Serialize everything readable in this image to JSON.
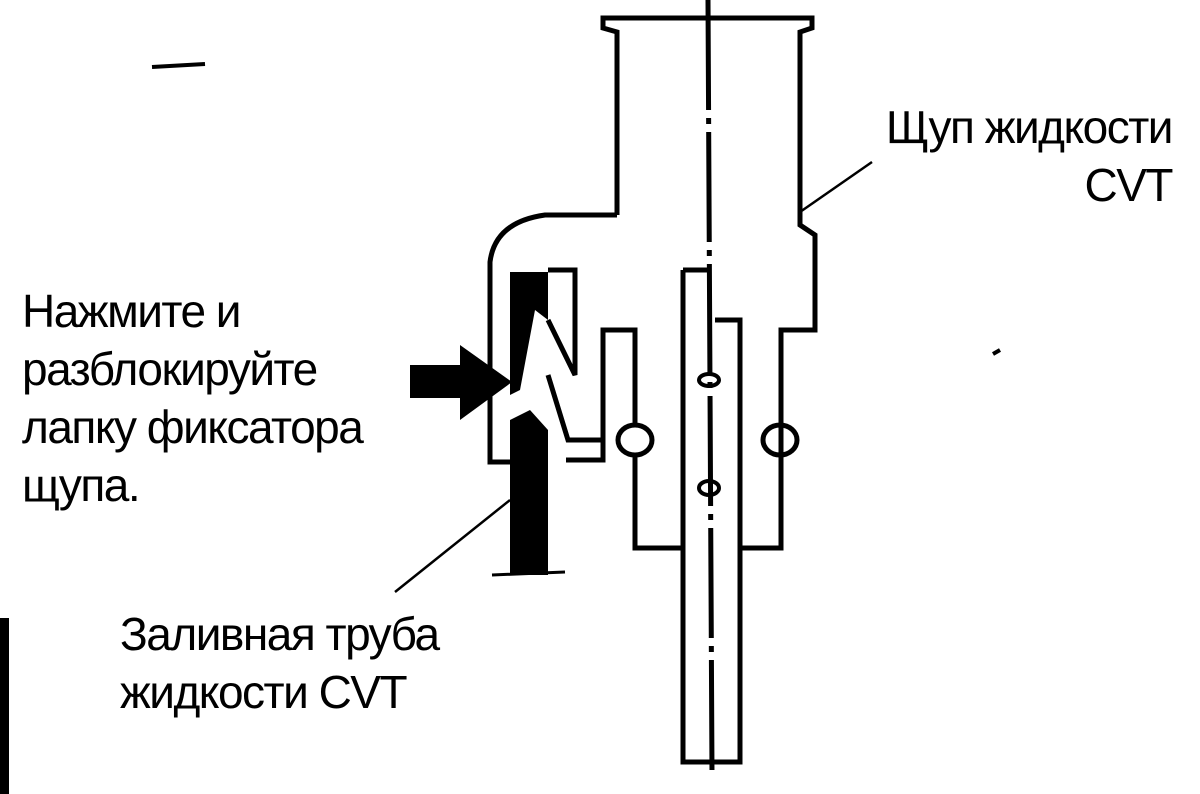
{
  "labels": {
    "dipstick": {
      "line1": "Щуп жидкости",
      "line2": "CVT"
    },
    "instruction": {
      "line1": "Нажмите и",
      "line2": "разблокируйте",
      "line3": "лапку фиксатора",
      "line4": "щупа."
    },
    "filler_tube": {
      "line1": "Заливная труба",
      "line2": "жидкости CVT"
    }
  },
  "colors": {
    "ink": "#000000",
    "background": "#ffffff"
  }
}
